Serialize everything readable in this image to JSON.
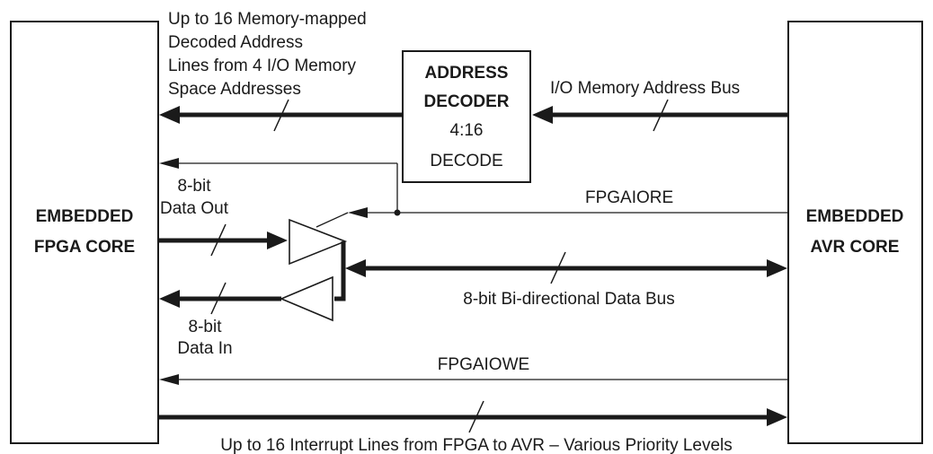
{
  "blocks": {
    "fpga": {
      "line1": "EMBEDDED",
      "line2": "FPGA CORE"
    },
    "avr": {
      "line1": "EMBEDDED",
      "line2": "AVR CORE"
    },
    "decoder": {
      "line1": "ADDRESS",
      "line2": "DECODER",
      "line3": "4:16",
      "line4": "DECODE"
    }
  },
  "labels": {
    "decoded_lines": [
      "Up to 16 Memory-mapped",
      "Decoded Address",
      "Lines from 4 I/O Memory",
      "Space Addresses"
    ],
    "io_address_bus": "I/O Memory Address Bus",
    "fpgaiore": "FPGAIORE",
    "data_out": [
      "8-bit",
      "Data Out"
    ],
    "data_in": [
      "8-bit",
      "Data In"
    ],
    "data_bus": "8-bit Bi-directional Data Bus",
    "fpgaiowe": "FPGAIOWE",
    "interrupt_lines": "Up to 16 Interrupt Lines from FPGA to AVR – Various Priority Levels"
  }
}
